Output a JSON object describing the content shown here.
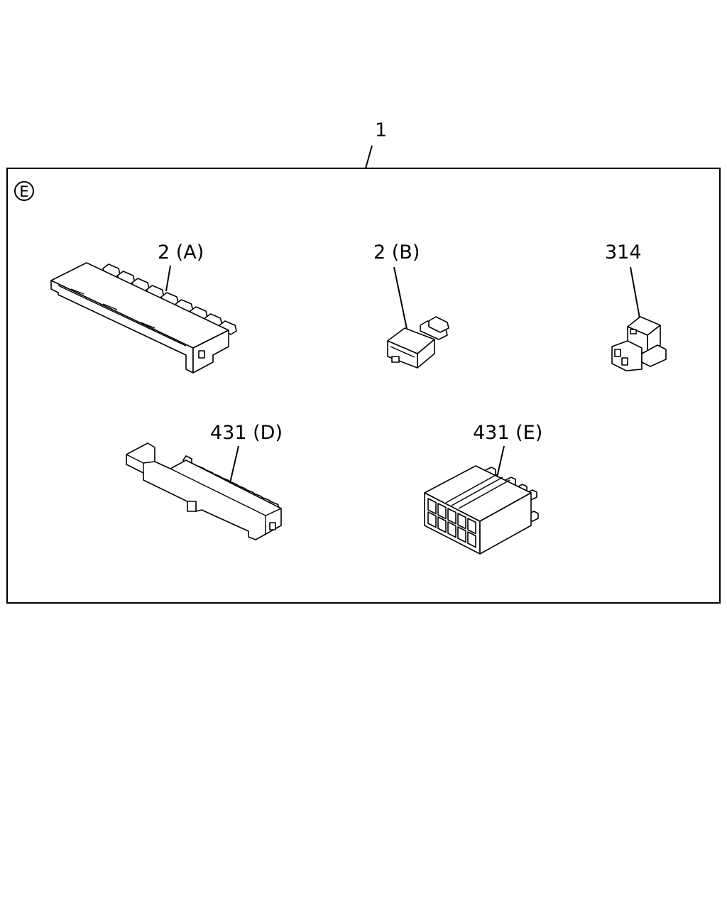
{
  "diagram": {
    "assembly_callout": "1",
    "section_marker": "E",
    "callouts": {
      "part_2a": "2 (A)",
      "part_2b": "2 (B)",
      "part_314": "314",
      "part_431d": "431 (D)",
      "part_431e": "431 (E)"
    }
  }
}
